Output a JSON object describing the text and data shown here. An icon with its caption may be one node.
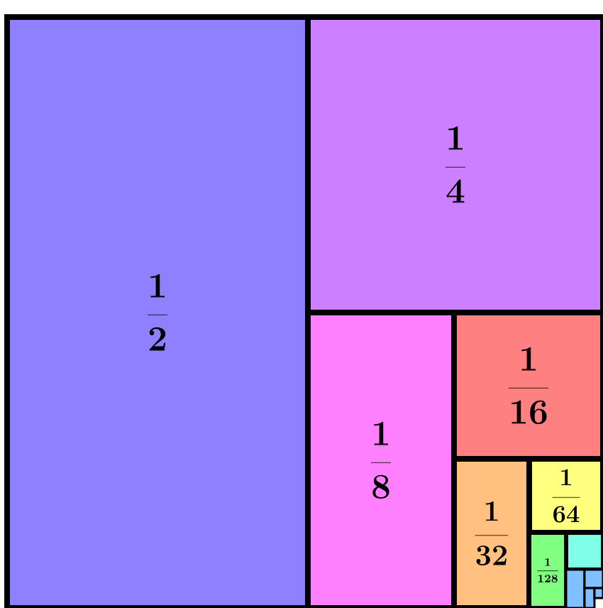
{
  "diagram": {
    "nodes": [
      {
        "text": [
          "\\frac{1}{2}"
        ]
      },
      {
        "text": [
          "\\frac{1}{4}"
        ]
      },
      {
        "text": [
          "\\frac{1}{8}"
        ]
      },
      {
        "text": [
          "\\frac{1}{16}"
        ]
      },
      {
        "text": [
          "\\frac{1}{32}"
        ]
      },
      {
        "text": [
          "\\frac{1}{64}"
        ]
      },
      {
        "text": [
          "\\frac{1}{128}"
        ]
      },
      {
        "text": [],
        "shape": "box"
      },
      {
        "text": [],
        "shape": "box"
      },
      {
        "text": [],
        "shape": "box"
      },
      {
        "text": [],
        "shape": "box"
      },
      {
        "text": [],
        "shape": "box"
      }
    ]
  }
}
